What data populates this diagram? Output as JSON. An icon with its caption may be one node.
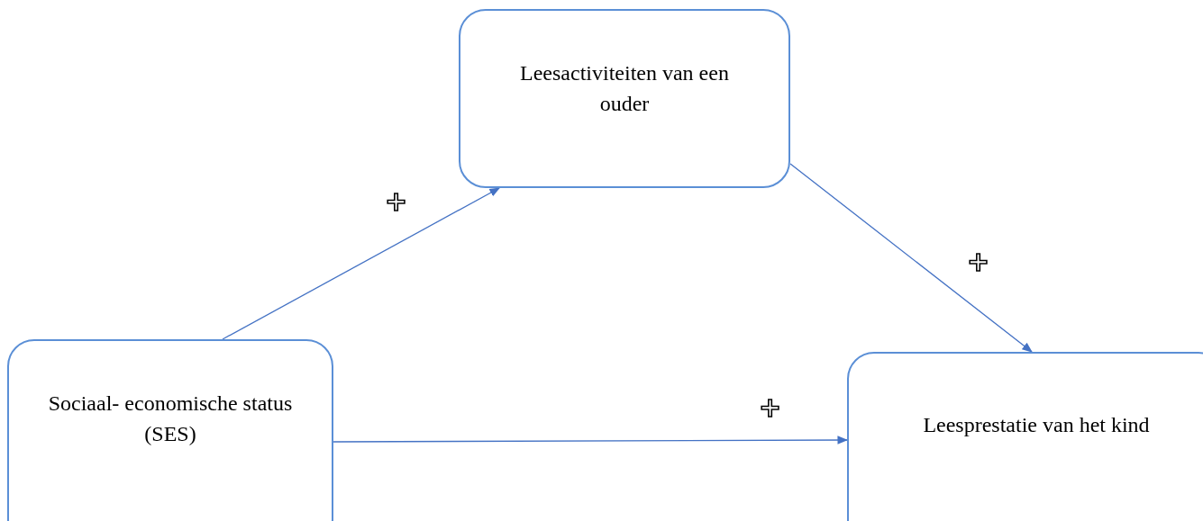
{
  "diagram": {
    "nodes": [
      {
        "text": [
          "Leesactiviteiten van een ouder"
        ]
      },
      {
        "text": [
          "Sociaal- economische status (SES)"
        ]
      },
      {
        "text": [
          "Leesprestatie van het kind"
        ]
      }
    ],
    "edges": [
      {
        "from": 1,
        "to": 0,
        "arrow": "to",
        "label": "+"
      },
      {
        "from": 0,
        "to": 2,
        "arrow": "to",
        "label": "+"
      },
      {
        "from": 1,
        "to": 2,
        "arrow": "to",
        "label": "+"
      }
    ]
  }
}
